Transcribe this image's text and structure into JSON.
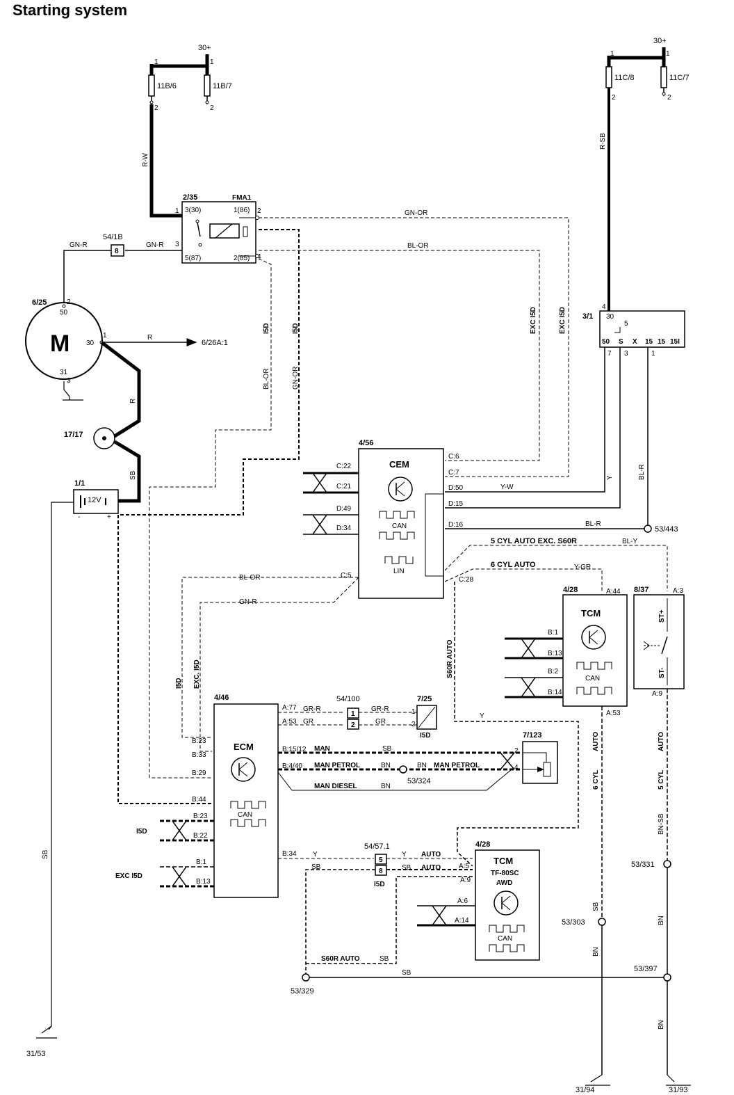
{
  "title": "Starting system",
  "fuses": {
    "f_11b6": "11B/6",
    "f_11b7": "11B/7",
    "f_11c8": "11C/8",
    "f_11c7": "11C/7",
    "supply": "30+",
    "pin1": "1",
    "pin2": "2"
  },
  "wires": {
    "rw": "R-W",
    "rsb": "R-SB",
    "gnr": "GN-R",
    "gnor": "GN-OR",
    "blor": "BL-OR",
    "r": "R",
    "sb": "SB",
    "y": "Y",
    "yw": "Y-W",
    "blr": "BL-R",
    "bly": "BL-Y",
    "ygr": "Y-GR",
    "grr": "GR-R",
    "gr": "GR",
    "bn": "BN",
    "bnsb": "BN-SB"
  },
  "relay": {
    "id": "2/35",
    "name": "FMA1",
    "p330": "3(30)",
    "p186": "1(86)",
    "p587": "5(87)",
    "p285": "2(85)",
    "n2": "2",
    "n3": "3",
    "n4": "4",
    "n1": "1"
  },
  "connector_54_1b": {
    "id": "54/1B",
    "pin": "8"
  },
  "motor": {
    "id": "6/25",
    "symbol": "M",
    "p50": "50",
    "p30": "30",
    "p31": "31",
    "n2": "2",
    "n1": "1",
    "n3": "3",
    "dest": "6/26A:1"
  },
  "part_17_17": "17/17",
  "battery": {
    "id": "1/1",
    "voltage": "12V",
    "minus": "-",
    "plus": "+"
  },
  "ignition": {
    "id": "3/1",
    "p30": "30",
    "p5": "5",
    "p50": "50",
    "pS": "S",
    "pX": "X",
    "p15a": "15",
    "p15b": "15",
    "p15i": "15I",
    "n4": "4",
    "n7": "7",
    "n3": "3",
    "n1": "1"
  },
  "cem": {
    "id": "4/56",
    "name": "CEM",
    "can": "CAN",
    "lin": "LIN",
    "pins": [
      "C:22",
      "C:21",
      "D:49",
      "D:34",
      "C:6",
      "C:7",
      "D:50",
      "D:15",
      "D:16",
      "C:5",
      "C:28"
    ]
  },
  "labels": {
    "i5d": "I5D",
    "exc_i5d": "EXC I5D",
    "exc_i5d_b": "EXC. I5D",
    "five_cyl_auto_exc": "5 CYL   AUTO EXC. S60R",
    "six_cyl_auto": "6 CYL   AUTO",
    "s60r_auto": "S60R AUTO",
    "auto": "AUTO",
    "six_cyl": "6 CYL",
    "five_cyl": "5 CYL",
    "man": "MAN",
    "man_petrol": "MAN PETROL",
    "man_diesel": "MAN DIESEL",
    "i5d_left": "I5D",
    "exc_i5d_left": "EXC I5D"
  },
  "tcm1": {
    "id": "4/28",
    "name": "TCM",
    "can": "CAN",
    "pins": [
      "A:44",
      "B:1",
      "B:13",
      "B:2",
      "B:14",
      "A:53"
    ]
  },
  "st_switch": {
    "id": "8/37",
    "plus": "ST+",
    "minus": "ST-",
    "a3": "A:3",
    "a9": "A:9"
  },
  "ecm": {
    "id": "4/46",
    "name": "ECM",
    "can": "CAN",
    "pins": [
      "A:77",
      "A:53",
      "B:23",
      "B:33",
      "B:15/12",
      "B:4/40",
      "B:29",
      "B:44",
      "B:23",
      "B:22",
      "B:34",
      "B:1",
      "B:13"
    ]
  },
  "conn_54_100": {
    "id": "54/100",
    "p1": "1",
    "p2": "2"
  },
  "sensor_7_25": {
    "id": "7/25",
    "sub": "I5D",
    "p1": "1",
    "p2": "2"
  },
  "sensor_7_123": {
    "id": "7/123",
    "p2": "2",
    "p4": "4"
  },
  "conn_54_57_1": {
    "id": "54/57.1",
    "p5": "5",
    "p8": "8",
    "sub": "I5D"
  },
  "tcm2": {
    "id": "4/28",
    "name": "TCM",
    "sub1": "TF-80SC",
    "sub2": "AWD",
    "can": "CAN",
    "pins": [
      "A:5",
      "A:9",
      "A:6",
      "A:14"
    ]
  },
  "splices": {
    "s443": "53/443",
    "s324": "53/324",
    "s331": "53/331",
    "s303": "53/303",
    "s397": "53/397",
    "s329": "53/329"
  },
  "grounds": {
    "g53": "31/53",
    "g94": "31/94",
    "g93": "31/93"
  }
}
